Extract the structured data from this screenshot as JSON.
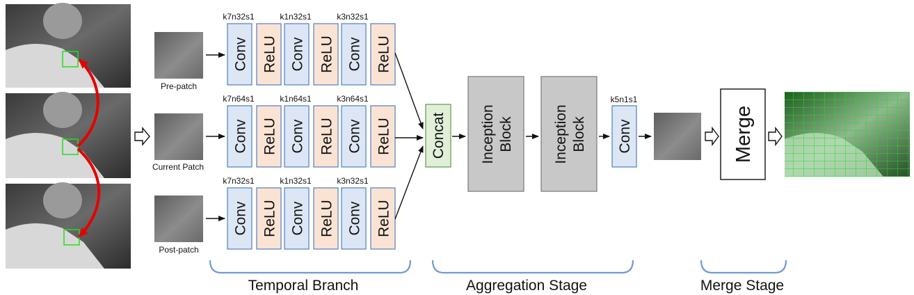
{
  "colors": {
    "conv_fill": "#dce6f4",
    "conv_stroke": "#4f7fc0",
    "relu_fill": "#fbe3d4",
    "relu_stroke": "#4f7fc0",
    "concat_fill": "#e1efd9",
    "inception_fill": "#c8c8c8",
    "bracket": "#6f9ad3",
    "red_arrow": "#e60000",
    "grid_green": "#22dd22"
  },
  "patches": {
    "pre": "Pre-patch",
    "current": "Current Patch",
    "post": "Post-patch"
  },
  "branches": [
    {
      "specs": [
        "k7n32s1",
        "k1n32s1",
        "k3n32s1"
      ]
    },
    {
      "specs": [
        "k7n64s1",
        "k1n64s1",
        "k3n64s1"
      ]
    },
    {
      "specs": [
        "k7n32s1",
        "k1n32s1",
        "k3n32s1"
      ]
    }
  ],
  "blocks": {
    "conv": "Conv",
    "relu": "ReLU",
    "concat": "Concat",
    "inception_1": "Inception",
    "inception_2": "Block",
    "final_conv_spec": "k5n1s1",
    "merge": "Merge"
  },
  "stages": {
    "temporal": "Temporal Branch",
    "aggregation": "Aggregation Stage",
    "merge": "Merge Stage"
  }
}
